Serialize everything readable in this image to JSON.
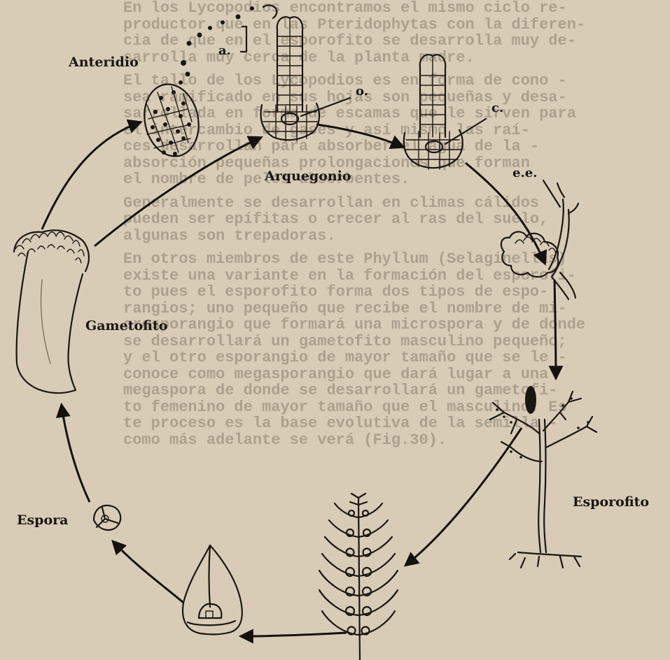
{
  "background_text": [
    [
      "En los Lycopodios encontramos el mismo ciclo re-",
      "productor que en las Pteridophytas con la diferen-",
      "cia de que en el esporofito se desarrolla muy de-",
      "sarrolla muy cerca de la planta madre."
    ],
    [
      "El tallo de los Lycopodios es en forma de cono -",
      "sea ramificado en sus hojas son pequeñas y desa-",
      "sarrollada en forma de escamas que le sirven para",
      "el intercambio de gases y así mismo las raí-",
      "ces desarrollan para absorber el agua de la -",
      "absorción pequeñas prolongaciones que forman",
      "el nombre de pelos absorbentes."
    ],
    [
      "Generalmente se desarrollan en climas cálidos",
      "pueden ser epífitas o crecer al ras del suelo,",
      "algunas son trepadoras."
    ],
    [
      "En otros miembros de este Phyllum (Selaginellas)",
      "existe una variante en la formación del esporofi-",
      "to pues el esporofito forma dos tipos de espo-",
      "rangios; uno pequeño que recibe el nombre de mi-",
      "crosporangio que formará una microspora y de donde",
      "se desarrollará un gametofito masculino pequeño;",
      "y el otro esporangio de mayor tamaño que se le -",
      "conoce como megasporangio que dará lugar a una",
      "megaspora de donde se desarrollará un gametofi-",
      "to femenino de mayor tamaño que el masculino. Es",
      "te proceso es la base evolutiva de la semilla -",
      "como más adelante se verá (Fig.30)."
    ]
  ],
  "labels": {
    "anteridio": "Anteridio",
    "a": "a.",
    "o": "o.",
    "c": "c.",
    "arquegonio": "Arquegonio",
    "ee": "e.e.",
    "gametofito": "Gametofito",
    "esporofito": "Esporofito",
    "espora": "Espora"
  }
}
